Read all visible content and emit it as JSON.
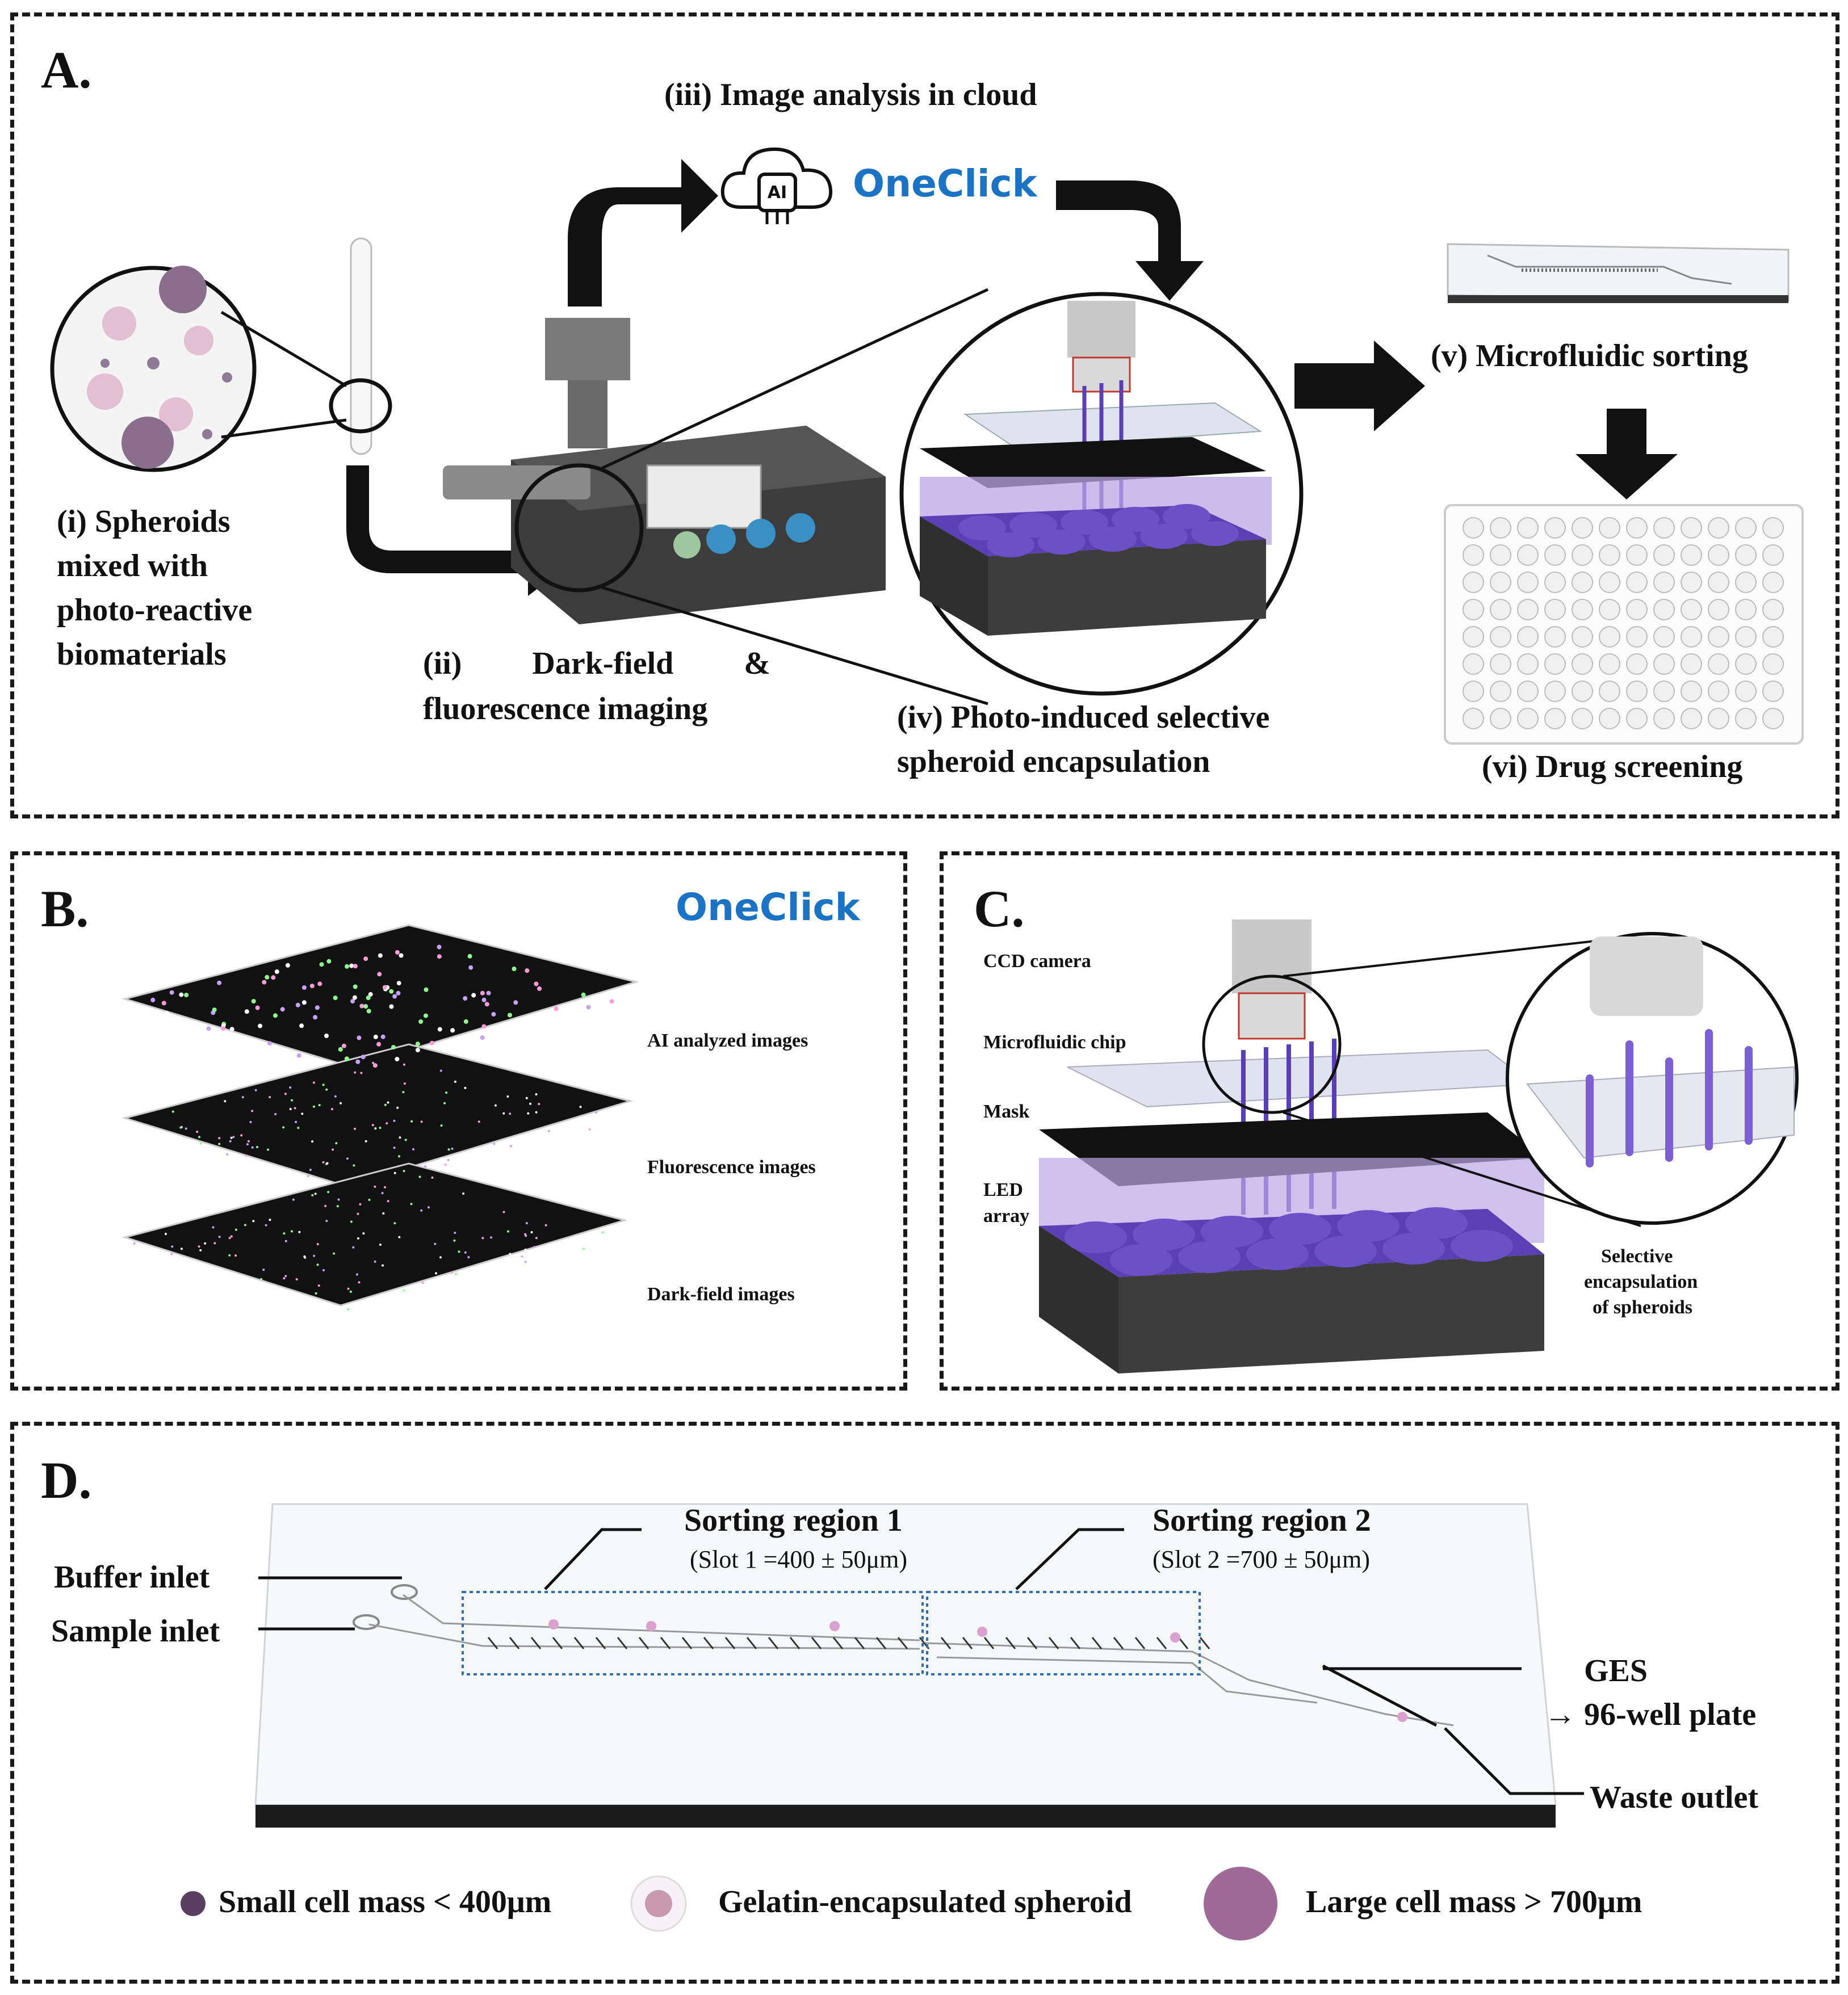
{
  "panel_a": {
    "label": "A.",
    "step_iii": "(iii) Image analysis in cloud",
    "brand": "OneClick",
    "ai_chip": "AI",
    "step_i_l1": "(i) Spheroids",
    "step_i_l2": "mixed with",
    "step_i_l3": "photo-reactive",
    "step_i_l4": "biomaterials",
    "step_ii_l1": "(ii) Dark-field &",
    "step_ii_l2": "fluorescence imaging",
    "step_iv_l1": "(iv) Photo-induced selective",
    "step_iv_l2": "spheroid encapsulation",
    "step_v": "(v) Microfluidic sorting",
    "step_vi": "(vi) Drug screening"
  },
  "panel_b": {
    "label": "B.",
    "brand": "OneClick",
    "layer1": "AI analyzed images",
    "layer2": "Fluorescence images",
    "layer3": "Dark-field images"
  },
  "panel_c": {
    "label": "C.",
    "ccd": "CCD camera",
    "chip": "Microfluidic chip",
    "mask": "Mask",
    "led_l1": "LED",
    "led_l2": "array",
    "sel_l1": "Selective",
    "sel_l2": "encapsulation",
    "sel_l3": "of spheroids"
  },
  "panel_d": {
    "label": "D.",
    "region1": "Sorting region 1",
    "region1_sub": "(Slot 1 =400 ± 50μm)",
    "region2": "Sorting region 2",
    "region2_sub": "(Slot 2 =700 ± 50μm)",
    "buffer_inlet": "Buffer inlet",
    "sample_inlet": "Sample inlet",
    "ges": "GES",
    "ges_dest": "→ 96-well plate",
    "waste": "Waste outlet"
  },
  "legend": {
    "small": "Small cell mass < 400μm",
    "gelatin": "Gelatin-encapsulated spheroid",
    "large": "Large cell mass > 700μm"
  },
  "colors": {
    "brand_blue": "#1a73c4",
    "led_purple": "#5a3fb5",
    "spheroid_pink": "#d9b3c9",
    "dashed_region": "#2f6fb3"
  }
}
